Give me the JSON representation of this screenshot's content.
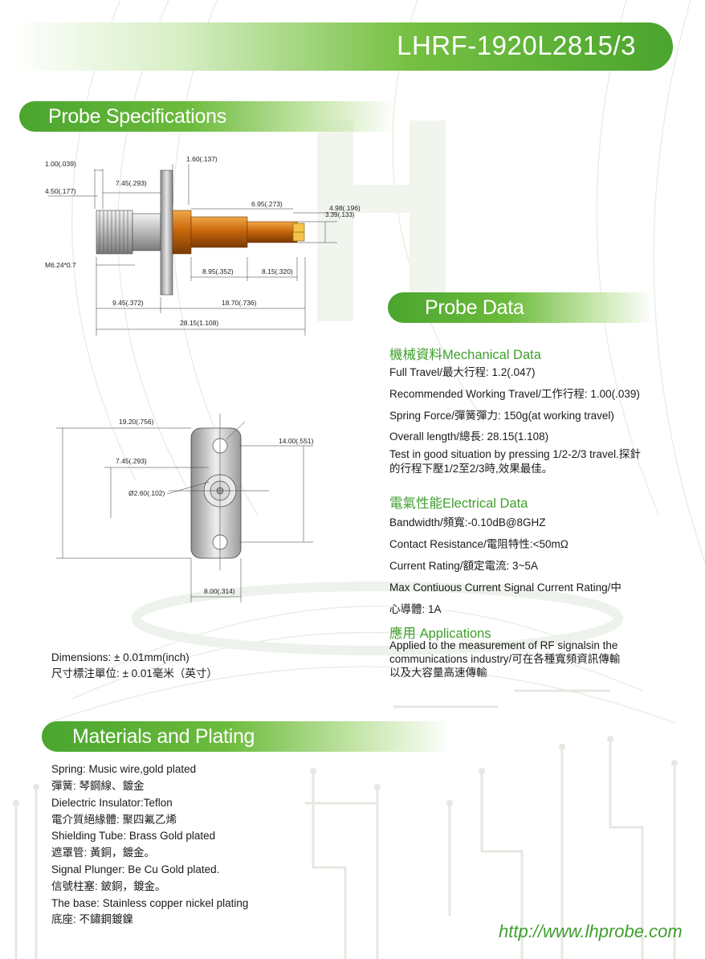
{
  "title": "LHRF-1920L2815/3",
  "sections": {
    "probe_specs": "Probe Specifications",
    "probe_data": "Probe Data",
    "materials": "Materials and Plating"
  },
  "drawing_top": {
    "d1": "1.00(.039)",
    "d2": "1.60(.137)",
    "d3": "7.45(.293)",
    "d4": "4.50(.177)",
    "d5": "6.95(.273)",
    "d6": "4.98(.196)",
    "d7": "3.39(.133)",
    "d8": "M6.24*0.7",
    "d9": "8.95(.352)",
    "d10": "8.15(.320)",
    "d11": "9.45(.372)",
    "d12": "18.70(.736)",
    "d13": "28.15(1.108)"
  },
  "drawing_bottom": {
    "w": "19.20(.756)",
    "h": "14.00(.551)",
    "half": "7.45(.293)",
    "hole": "Ø2.60(.102)",
    "base": "8.00(.314)"
  },
  "dimensions": {
    "en": "Dimensions: ± 0.01mm(inch)",
    "cn": "尺寸標注單位: ± 0.01毫米（英寸）"
  },
  "mechanical": {
    "heading": "機械資料Mechanical Data",
    "lines": [
      "Full Travel/最大行程:  1.2(.047)",
      "Recommended Working Travel/工作行程: 1.00(.039)",
      "Spring Force/彈簧彈力:  150g(at working travel)",
      "Overall length/總長: 28.15(1.108)",
      "Test in good situation by pressing 1/2-2/3 travel.探針",
      "的行程下壓1/2至2/3時,效果最佳。"
    ]
  },
  "electrical": {
    "heading": "電氣性能Electrical Data",
    "lines": [
      "Bandwidth/頻寬:-0.10dB@8GHZ",
      "Contact Resistance/電阻特性:<50mΩ",
      "Current Rating/額定電流: 3~5A",
      "Max Contiuous Current Signal Current Rating/中",
      "心導體: 1A"
    ]
  },
  "applications": {
    "heading": "應用 Applications",
    "lines": [
      "Applied to the measurement of RF signalsin the",
      "communications industry/可在各種寬頻資訊傳輸",
      "以及大容量高速傳輸"
    ]
  },
  "materials": [
    "Spring:  Music wire,gold plated",
    "彈簧:   琴鋼線、鍍金",
    "Dielectric Insulator:Teflon",
    "電介質絕緣體: 聚四氟乙烯",
    "Shielding Tube: Brass Gold plated",
    "遮罩管: 黃銅，鍍金。",
    "Signal Plunger: Be Cu Gold plated.",
    "信號柱塞: 鈹銅，鍍金。",
    "The base:  Stainless copper nickel plating",
    "底座: 不鏽鋼鍍鎳"
  ],
  "url": "http://www.lhprobe.com",
  "colors": {
    "green": "#4aa52e",
    "text_green": "#3f9f2c",
    "gold": "#d07a12"
  }
}
